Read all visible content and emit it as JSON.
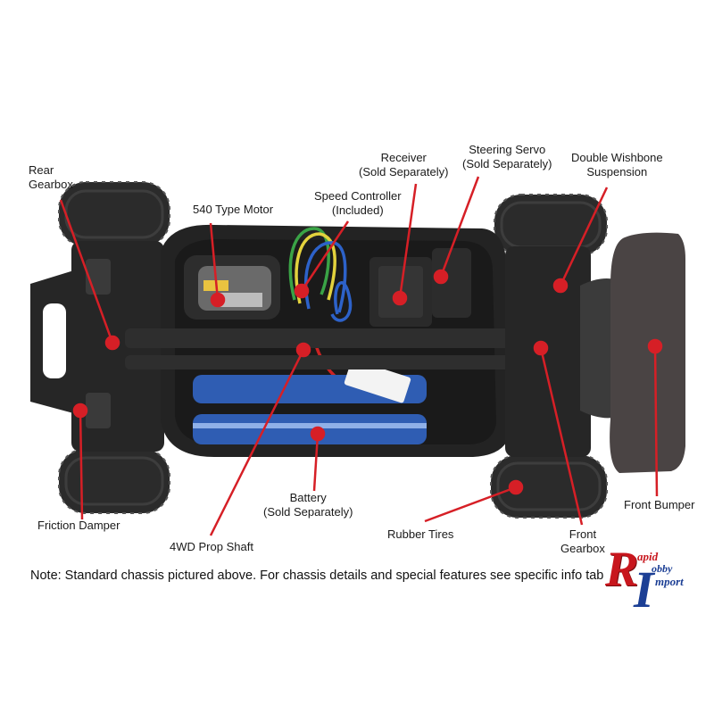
{
  "labels": {
    "rear_gearbox": [
      "Rear",
      "Gearbox"
    ],
    "motor": [
      "540 Type Motor"
    ],
    "speed_controller": [
      "Speed Controller",
      "(Included)"
    ],
    "receiver": [
      "Receiver",
      "(Sold Separately)"
    ],
    "steering_servo": [
      "Steering Servo",
      "(Sold Separately)"
    ],
    "double_wishbone": [
      "Double Wishbone",
      "Suspension"
    ],
    "friction_damper": [
      "Friction Damper"
    ],
    "prop_shaft": [
      "4WD Prop Shaft"
    ],
    "battery": [
      "Battery",
      "(Sold Separately)"
    ],
    "rubber_tires": [
      "Rubber Tires"
    ],
    "front_gearbox": [
      "Front",
      "Gearbox"
    ],
    "front_bumper": [
      "Front Bumper"
    ]
  },
  "note": "Note: Standard chassis pictured above. For chassis details and special features see specific info tab",
  "logo": {
    "letters": [
      "R",
      "I"
    ],
    "words": [
      "apid",
      "obby",
      "mport"
    ]
  },
  "colors": {
    "callout": "#d61f26",
    "chassis": "#232323",
    "tire": "#2b2b2b",
    "bumper": "#4a4444",
    "battery": "#2f5db3",
    "logo_red": "#c8161d",
    "logo_blue": "#1c3f95"
  }
}
